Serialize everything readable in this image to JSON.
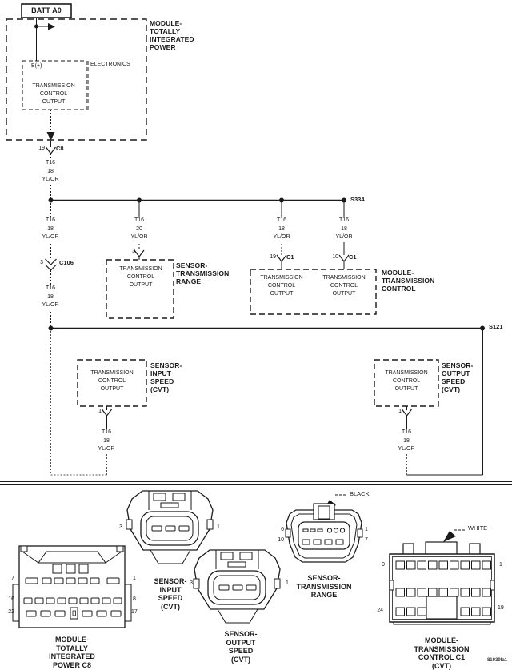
{
  "common": {
    "wire_16_18": "T16\n18\nYL/OR",
    "wire_16_20": "T16\n20\nYL/OR",
    "load": "TRANSMISSION\nCONTROL\nOUTPUT"
  },
  "schematic": {
    "batt": "BATT A0",
    "tipm_label": "MODULE-\nTOTALLY\nINTEGRATED\nPOWER",
    "b_plus": "B(+)",
    "electronics": "ELECTRONICS",
    "c8": {
      "pin": "19",
      "name": "C8"
    },
    "s334": "S334",
    "c106": {
      "pin": "3",
      "name": "C106"
    },
    "range": {
      "pin": "3",
      "label": "SENSOR-\nTRANSMISSION\nRANGE"
    },
    "tcm": {
      "pin_a": "19",
      "conn_a": "C1",
      "pin_b": "10",
      "conn_b": "C1",
      "label": "MODULE-\nTRANSMISSION\nCONTROL"
    },
    "s121": "S121",
    "input_speed": {
      "pin": "1",
      "label": "SENSOR-\nINPUT\nSPEED\n(CVT)"
    },
    "output_speed": {
      "pin": "1",
      "label": "SENSOR-\nOUTPUT\nSPEED\n(CVT)"
    }
  },
  "connector_views": {
    "tipm_c8": {
      "caption": "MODULE-\nTOTALLY\nINTEGRATED\nPOWER C8",
      "pins": {
        "l1": "7",
        "l2": "16",
        "l3": "22",
        "r1": "1",
        "r2": "8",
        "r3": "17"
      }
    },
    "input_speed": {
      "caption": "SENSOR-\nINPUT\nSPEED\n(CVT)",
      "pins": {
        "l": "3",
        "r": "1"
      }
    },
    "output_speed": {
      "caption": "SENSOR-\nOUTPUT\nSPEED\n(CVT)",
      "pins": {
        "l": "3",
        "r": "1"
      }
    },
    "trans_range": {
      "caption": "SENSOR-\nTRANSMISSION\nRANGE",
      "color_tag": "BLACK",
      "pins": {
        "l1": "6",
        "l2": "10",
        "r1": "1",
        "r2": "7"
      }
    },
    "tcm_c1": {
      "caption": "MODULE-\nTRANSMISSION\nCONTROL C1\n(CVT)",
      "color_tag": "WHITE",
      "pins": {
        "l1": "9",
        "l2": "24",
        "r1": "1",
        "r2": "19"
      }
    }
  },
  "footer": {
    "doc_id": "81939la1"
  }
}
